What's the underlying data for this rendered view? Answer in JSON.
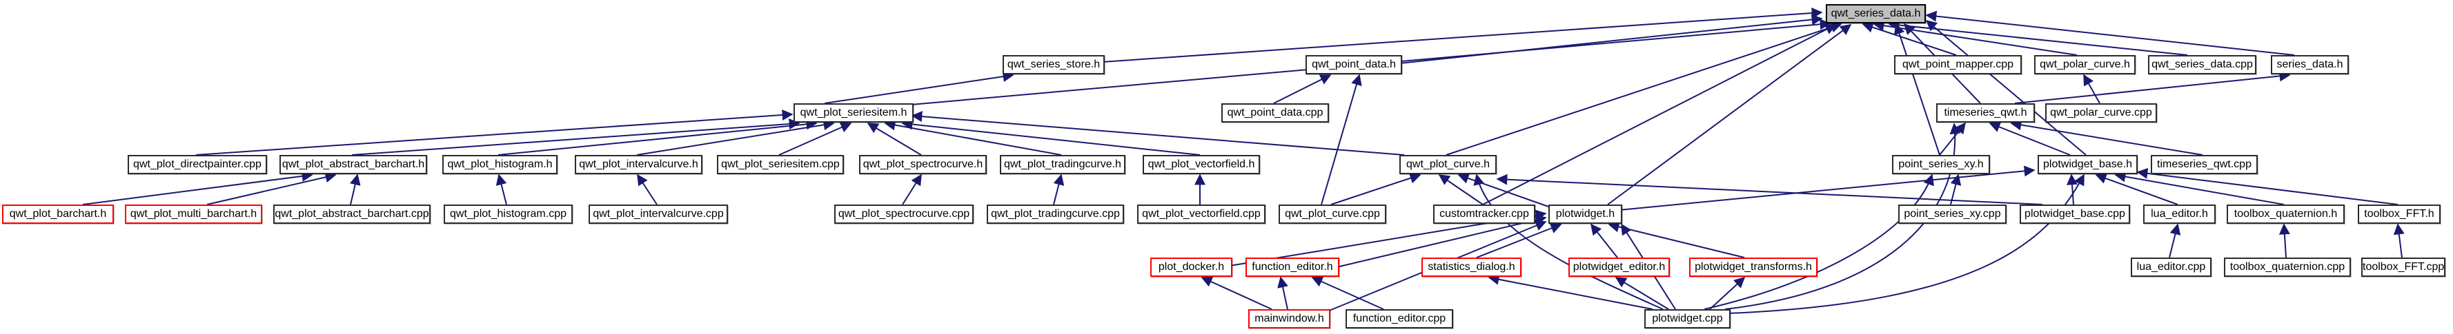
{
  "graph": {
    "colors": {
      "edge": "#191970",
      "node_fill": "#ffffff",
      "node_border": "#2b2b2b",
      "main_node_fill": "#bfbfbf",
      "main_node_border": "#000000",
      "truncated_node_border": "#ff0000",
      "label_text": "#000000",
      "background": "#ffffff"
    },
    "nodes": [
      {
        "id": "qwt_series_data_h",
        "label": "qwt_series_data.h",
        "type": "main"
      },
      {
        "id": "qwt_series_store_h",
        "label": "qwt_series_store.h",
        "type": "normal"
      },
      {
        "id": "qwt_point_data_h",
        "label": "qwt_point_data.h",
        "type": "normal"
      },
      {
        "id": "qwt_point_mapper_cpp",
        "label": "qwt_point_mapper.cpp",
        "type": "normal"
      },
      {
        "id": "qwt_polar_curve_h",
        "label": "qwt_polar_curve.h",
        "type": "normal"
      },
      {
        "id": "qwt_series_data_cpp",
        "label": "qwt_series_data.cpp",
        "type": "normal"
      },
      {
        "id": "series_data_h",
        "label": "series_data.h",
        "type": "normal"
      },
      {
        "id": "qwt_plot_seriesitem_h",
        "label": "qwt_plot_seriesitem.h",
        "type": "normal"
      },
      {
        "id": "qwt_point_data_cpp",
        "label": "qwt_point_data.cpp",
        "type": "normal"
      },
      {
        "id": "timeseries_qwt_h",
        "label": "timeseries_qwt.h",
        "type": "normal"
      },
      {
        "id": "qwt_polar_curve_cpp",
        "label": "qwt_polar_curve.cpp",
        "type": "normal"
      },
      {
        "id": "qwt_plot_directpainter_cpp",
        "label": "qwt_plot_directpainter.cpp",
        "type": "normal"
      },
      {
        "id": "qwt_plot_abstract_barchart_h",
        "label": "qwt_plot_abstract_barchart.h",
        "type": "normal"
      },
      {
        "id": "qwt_plot_histogram_h",
        "label": "qwt_plot_histogram.h",
        "type": "normal"
      },
      {
        "id": "qwt_plot_intervalcurve_h",
        "label": "qwt_plot_intervalcurve.h",
        "type": "normal"
      },
      {
        "id": "qwt_plot_seriesitem_cpp",
        "label": "qwt_plot_seriesitem.cpp",
        "type": "normal"
      },
      {
        "id": "qwt_plot_spectrocurve_h",
        "label": "qwt_plot_spectrocurve.h",
        "type": "normal"
      },
      {
        "id": "qwt_plot_tradingcurve_h",
        "label": "qwt_plot_tradingcurve.h",
        "type": "normal"
      },
      {
        "id": "qwt_plot_vectorfield_h",
        "label": "qwt_plot_vectorfield.h",
        "type": "normal"
      },
      {
        "id": "qwt_plot_curve_h",
        "label": "qwt_plot_curve.h",
        "type": "normal"
      },
      {
        "id": "point_series_xy_h",
        "label": "point_series_xy.h",
        "type": "normal"
      },
      {
        "id": "plotwidget_base_h",
        "label": "plotwidget_base.h",
        "type": "normal"
      },
      {
        "id": "timeseries_qwt_cpp",
        "label": "timeseries_qwt.cpp",
        "type": "normal"
      },
      {
        "id": "qwt_plot_barchart_h",
        "label": "qwt_plot_barchart.h",
        "type": "truncated"
      },
      {
        "id": "qwt_plot_multi_barchart_h",
        "label": "qwt_plot_multi_barchart.h",
        "type": "truncated"
      },
      {
        "id": "qwt_plot_abstract_barchart_cpp",
        "label": "qwt_plot_abstract_barchart.cpp",
        "type": "normal"
      },
      {
        "id": "qwt_plot_histogram_cpp",
        "label": "qwt_plot_histogram.cpp",
        "type": "normal"
      },
      {
        "id": "qwt_plot_intervalcurve_cpp",
        "label": "qwt_plot_intervalcurve.cpp",
        "type": "normal"
      },
      {
        "id": "qwt_plot_spectrocurve_cpp",
        "label": "qwt_plot_spectrocurve.cpp",
        "type": "normal"
      },
      {
        "id": "qwt_plot_tradingcurve_cpp",
        "label": "qwt_plot_tradingcurve.cpp",
        "type": "normal"
      },
      {
        "id": "qwt_plot_vectorfield_cpp",
        "label": "qwt_plot_vectorfield.cpp",
        "type": "normal"
      },
      {
        "id": "qwt_plot_curve_cpp",
        "label": "qwt_plot_curve.cpp",
        "type": "normal"
      },
      {
        "id": "customtracker_cpp",
        "label": "customtracker.cpp",
        "type": "normal"
      },
      {
        "id": "plotwidget_h",
        "label": "plotwidget.h",
        "type": "normal"
      },
      {
        "id": "point_series_xy_cpp",
        "label": "point_series_xy.cpp",
        "type": "normal"
      },
      {
        "id": "plotwidget_base_cpp",
        "label": "plotwidget_base.cpp",
        "type": "normal"
      },
      {
        "id": "lua_editor_h",
        "label": "lua_editor.h",
        "type": "normal"
      },
      {
        "id": "toolbox_quaternion_h",
        "label": "toolbox_quaternion.h",
        "type": "normal"
      },
      {
        "id": "toolbox_FFT_h",
        "label": "toolbox_FFT.h",
        "type": "normal"
      },
      {
        "id": "plot_docker_h",
        "label": "plot_docker.h",
        "type": "truncated"
      },
      {
        "id": "function_editor_h",
        "label": "function_editor.h",
        "type": "truncated"
      },
      {
        "id": "statistics_dialog_h",
        "label": "statistics_dialog.h",
        "type": "truncated"
      },
      {
        "id": "plotwidget_editor_h",
        "label": "plotwidget_editor.h",
        "type": "truncated"
      },
      {
        "id": "plotwidget_transforms_h",
        "label": "plotwidget_transforms.h",
        "type": "truncated"
      },
      {
        "id": "lua_editor_cpp",
        "label": "lua_editor.cpp",
        "type": "normal"
      },
      {
        "id": "toolbox_quaternion_cpp",
        "label": "toolbox_quaternion.cpp",
        "type": "normal"
      },
      {
        "id": "toolbox_FFT_cpp",
        "label": "toolbox_FFT.cpp",
        "type": "normal"
      },
      {
        "id": "mainwindow_h",
        "label": "mainwindow.h",
        "type": "truncated"
      },
      {
        "id": "function_editor_cpp",
        "label": "function_editor.cpp",
        "type": "normal"
      },
      {
        "id": "plotwidget_cpp",
        "label": "plotwidget.cpp",
        "type": "normal"
      }
    ]
  }
}
